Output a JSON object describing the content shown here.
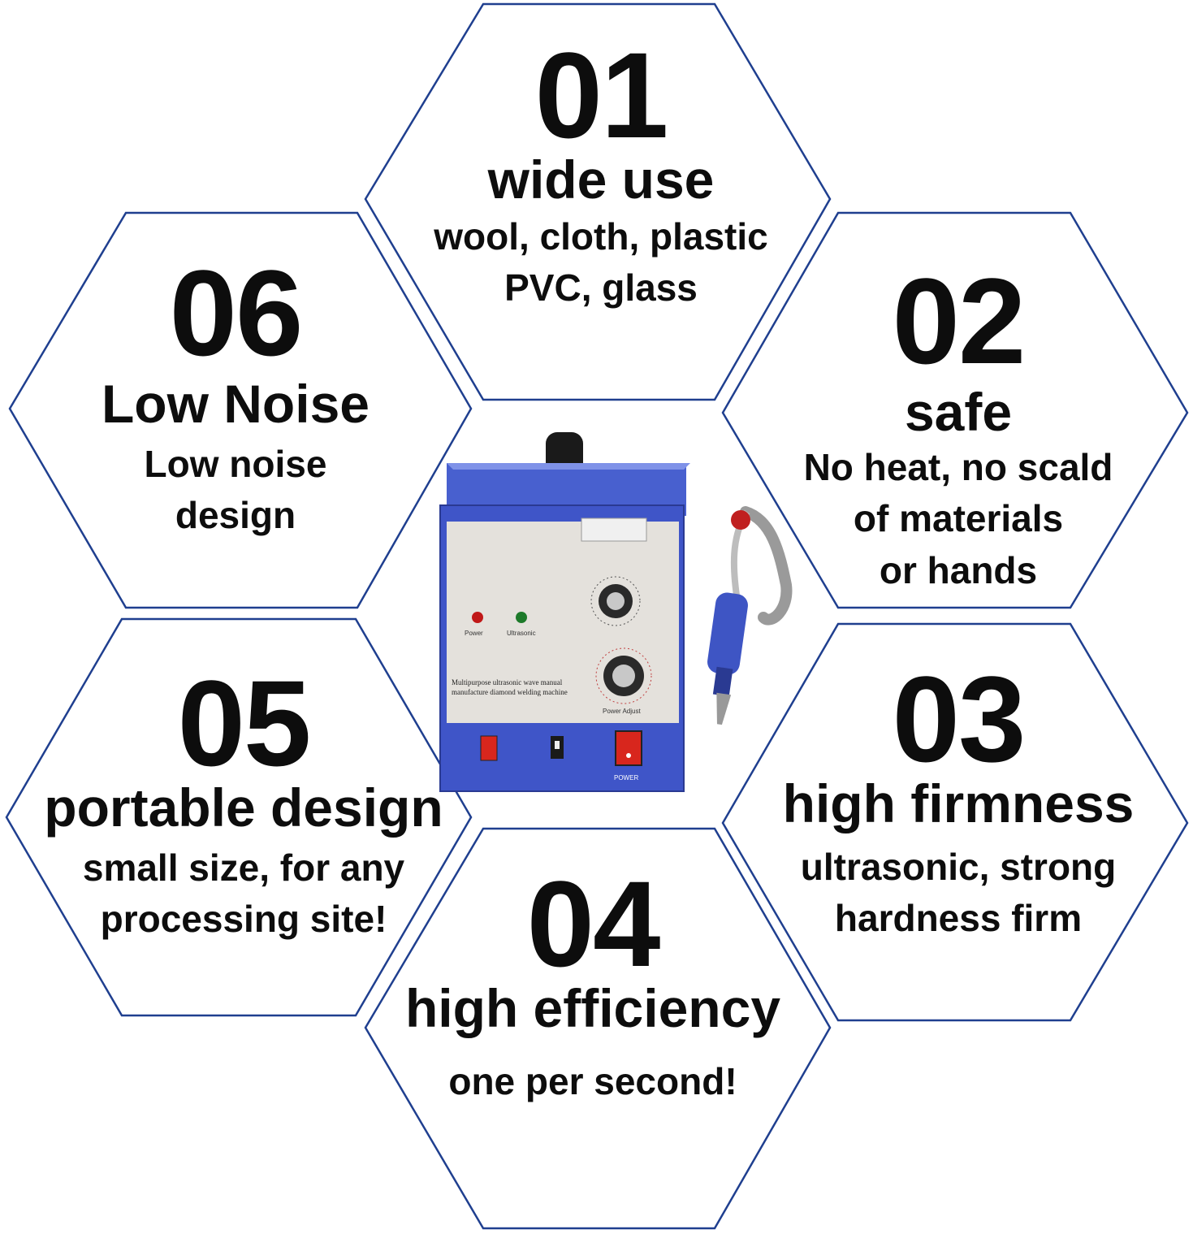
{
  "colors": {
    "hex_stroke": "#1f3f8f",
    "text": "#0d0d0d",
    "machine_blue": "#3f55c8",
    "panel": "#e4e1dc"
  },
  "features": [
    {
      "number": "01",
      "title": "wide use",
      "lines": [
        "wool, cloth, plastic",
        "PVC, glass"
      ]
    },
    {
      "number": "02",
      "title": "safe",
      "lines": [
        "No heat, no scald",
        "of materials",
        "or hands"
      ]
    },
    {
      "number": "03",
      "title": "high firmness",
      "lines": [
        "ultrasonic, strong",
        "hardness firm"
      ]
    },
    {
      "number": "04",
      "title": "high efficiency",
      "lines": [
        "one per second!"
      ]
    },
    {
      "number": "05",
      "title": "portable design",
      "lines": [
        "small size, for any",
        "processing site!"
      ]
    },
    {
      "number": "06",
      "title": "Low Noise",
      "lines": [
        "Low noise",
        "design"
      ]
    }
  ],
  "product": {
    "name": "ultrasonic welding machine with handheld gun",
    "panel_text": "Multipurpose ultrasonic wave manual manufacture diamond welding machine",
    "lamp_labels": [
      "Power",
      "Ultrasonic"
    ],
    "knob_labels": [
      "",
      "Power Adjust"
    ],
    "switch_labels": [
      "",
      "",
      "POWER"
    ]
  }
}
